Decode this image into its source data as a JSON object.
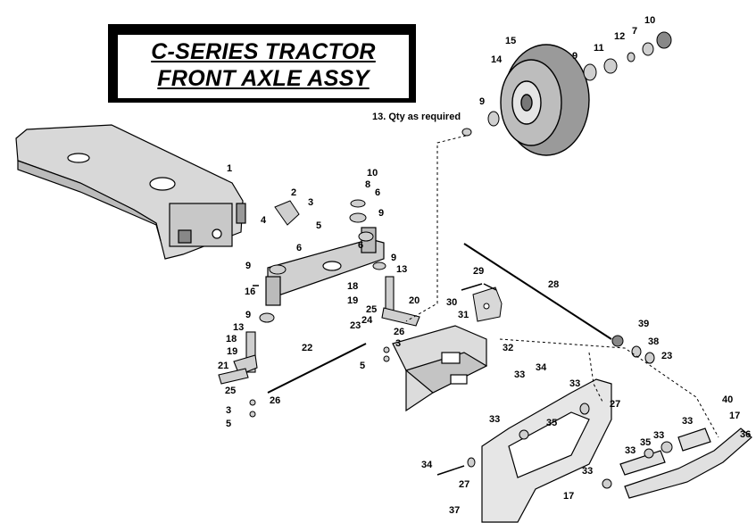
{
  "title": {
    "line1": "C-SERIES TRACTOR",
    "line2": "FRONT AXLE ASSY"
  },
  "note": "13. Qty as required",
  "callouts": [
    "1",
    "2",
    "3",
    "4",
    "5",
    "6",
    "9",
    "16",
    "9",
    "13",
    "18",
    "19",
    "21",
    "25",
    "3",
    "5",
    "26",
    "22",
    "23",
    "24",
    "25",
    "26",
    "3",
    "5",
    "18",
    "19",
    "20",
    "9",
    "13",
    "6",
    "9",
    "6",
    "8",
    "10",
    "15",
    "14",
    "9",
    "11",
    "12",
    "7",
    "10",
    "9",
    "29",
    "28",
    "30",
    "31",
    "39",
    "38",
    "23",
    "32",
    "33",
    "34",
    "33",
    "27",
    "35",
    "33",
    "37",
    "33",
    "27",
    "34",
    "40",
    "17",
    "36",
    "33",
    "35",
    "33",
    "33",
    "17"
  ]
}
